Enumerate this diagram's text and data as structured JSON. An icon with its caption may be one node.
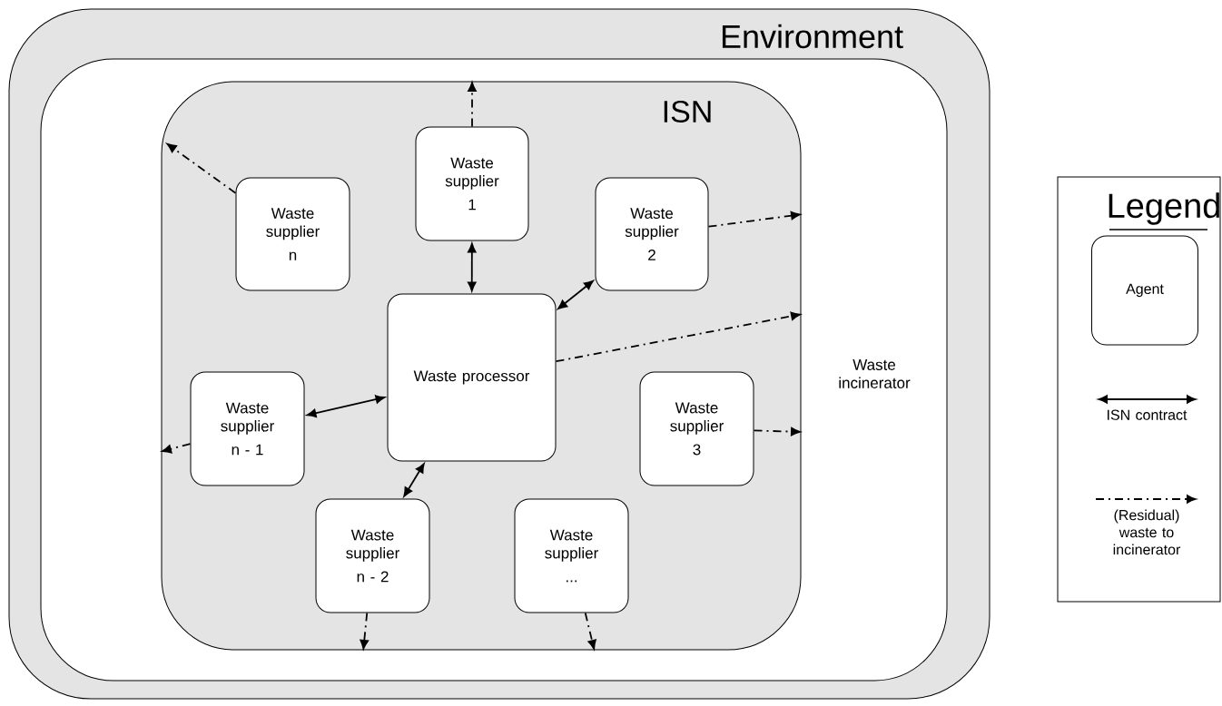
{
  "diagram": {
    "nodes": [
      {
        "text": [
          "Environment"
        ]
      },
      {
        "text": [
          "Waste incinerator"
        ],
        "in": 0
      },
      {
        "text": [
          "ISN"
        ],
        "in": 1
      },
      {
        "text": [
          "Waste supplier",
          "1"
        ],
        "in": 2
      },
      {
        "text": [
          "Waste supplier",
          "n"
        ],
        "in": 2
      },
      {
        "text": [
          "Waste supplier",
          "2"
        ],
        "in": 2
      },
      {
        "text": [
          "Waste processor"
        ],
        "in": 2
      },
      {
        "text": [
          "Waste supplier",
          "n - 1"
        ],
        "in": 2
      },
      {
        "text": [
          "Waste supplier",
          "3"
        ],
        "in": 2
      },
      {
        "text": [
          "Waste supplier",
          "n - 2"
        ],
        "in": 2
      },
      {
        "text": [
          "Waste supplier",
          "..."
        ],
        "in": 2
      }
    ],
    "edges": [
      {
        "from": 3,
        "to": null,
        "arrow": "to",
        "style": "dashed"
      },
      {
        "from": 4,
        "to": null,
        "arrow": "to",
        "style": "dashed"
      },
      {
        "from": 5,
        "to": null,
        "arrow": "to",
        "style": "dashed"
      },
      {
        "from": 6,
        "to": null,
        "arrow": "to",
        "style": "dashed"
      },
      {
        "from": 7,
        "to": null,
        "arrow": "to",
        "style": "dashed"
      },
      {
        "from": 8,
        "to": null,
        "arrow": "to",
        "style": "dashed"
      },
      {
        "from": 9,
        "to": null,
        "arrow": "to",
        "style": "dashed"
      },
      {
        "from": 10,
        "to": null,
        "arrow": "to",
        "style": "dashed"
      },
      {
        "from": 6,
        "to": 3,
        "arrow": "both"
      },
      {
        "from": 6,
        "to": 5,
        "arrow": "both"
      },
      {
        "from": 6,
        "to": 7,
        "arrow": "both"
      },
      {
        "from": 6,
        "to": 9,
        "arrow": "both"
      }
    ],
    "labels": [
      "Legend"
    ],
    "legend": [
      {
        "text": "Agent"
      },
      {
        "text": "ISN contract"
      },
      {
        "text": "(Residual) waste to incinerator"
      }
    ]
  }
}
